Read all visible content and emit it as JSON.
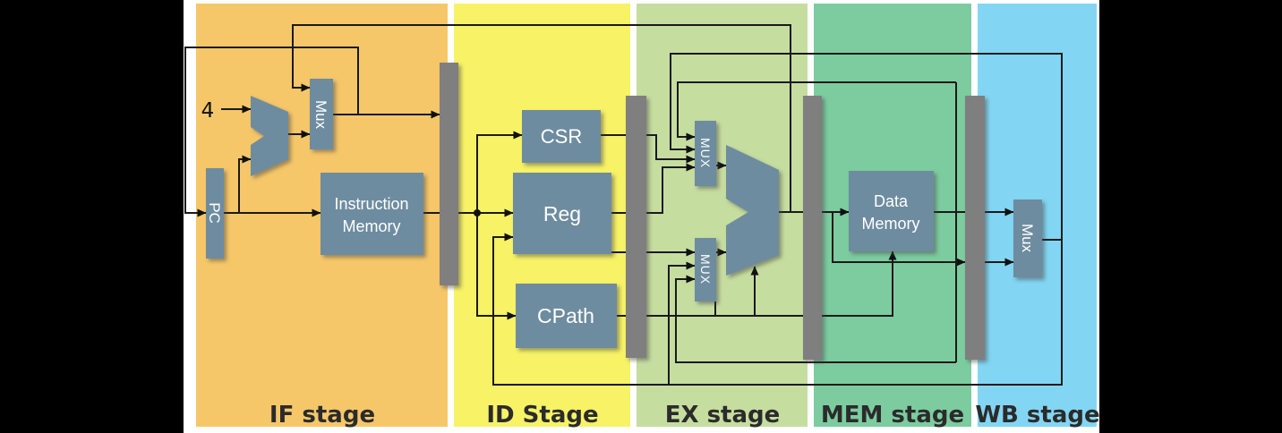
{
  "stages": [
    {
      "id": "if",
      "label": "IF stage",
      "color": "#f6c769"
    },
    {
      "id": "id",
      "label": "ID Stage",
      "color": "#f7f266"
    },
    {
      "id": "ex",
      "label": "EX stage",
      "color": "#c6dda0"
    },
    {
      "id": "mem",
      "label": "MEM stage",
      "color": "#7ccc9f"
    },
    {
      "id": "wb",
      "label": "WB stage",
      "color": "#82d6f3"
    }
  ],
  "components": {
    "pc": {
      "label": "PC"
    },
    "if_mux": {
      "label": "Mux"
    },
    "instruction_memory": {
      "line1": "Instruction",
      "line2": "Memory"
    },
    "csr": {
      "label": "CSR"
    },
    "reg": {
      "label": "Reg"
    },
    "cpath": {
      "label": "CPath"
    },
    "ex_mux_a": {
      "label": "MUX"
    },
    "ex_mux_b": {
      "label": "MUX"
    },
    "data_memory": {
      "line1": "Data",
      "line2": "Memory"
    },
    "wb_mux": {
      "label": "Mux"
    }
  },
  "constants": {
    "pc_increment": "4"
  },
  "colors": {
    "background": "#000000",
    "page": "#ffffff",
    "component_fill": "#6e8ca0",
    "pipeline_register": "#7f7f7f",
    "wire": "#1a1a1a",
    "stage_text": "#2b2b2b",
    "component_text": "#ffffff"
  }
}
